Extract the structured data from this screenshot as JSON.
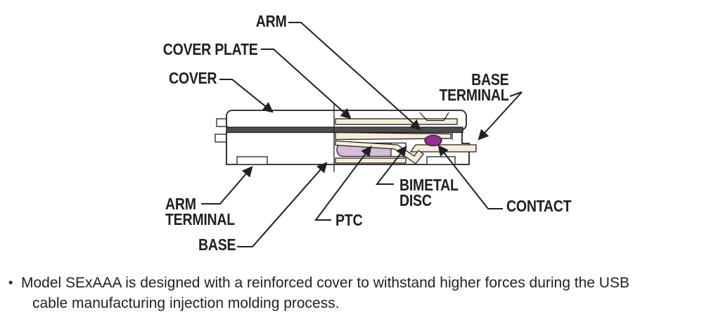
{
  "figure": {
    "type": "cross-section-diagram",
    "labels": {
      "arm": "ARM",
      "cover_plate": "COVER PLATE",
      "cover": "COVER",
      "base_terminal": "BASE\nTERMINAL",
      "arm_terminal": "ARM\nTERMINAL",
      "base": "BASE",
      "ptc": "PTC",
      "bimetal_disc": "BIMETAL\nDISC",
      "contact": "CONTACT"
    },
    "colors": {
      "outline": "#231f20",
      "cover_plate_gray": "#4d4d4f",
      "metal_cream": "#f7eeda",
      "ptc_lavender": "#d6bcd8",
      "contact_purple": "#982d97"
    }
  },
  "note": {
    "bullet": "•",
    "line1": "Model SExAAA is designed with a reinforced cover to withstand higher forces during the USB",
    "line2": "cable manufacturing injection molding process."
  }
}
